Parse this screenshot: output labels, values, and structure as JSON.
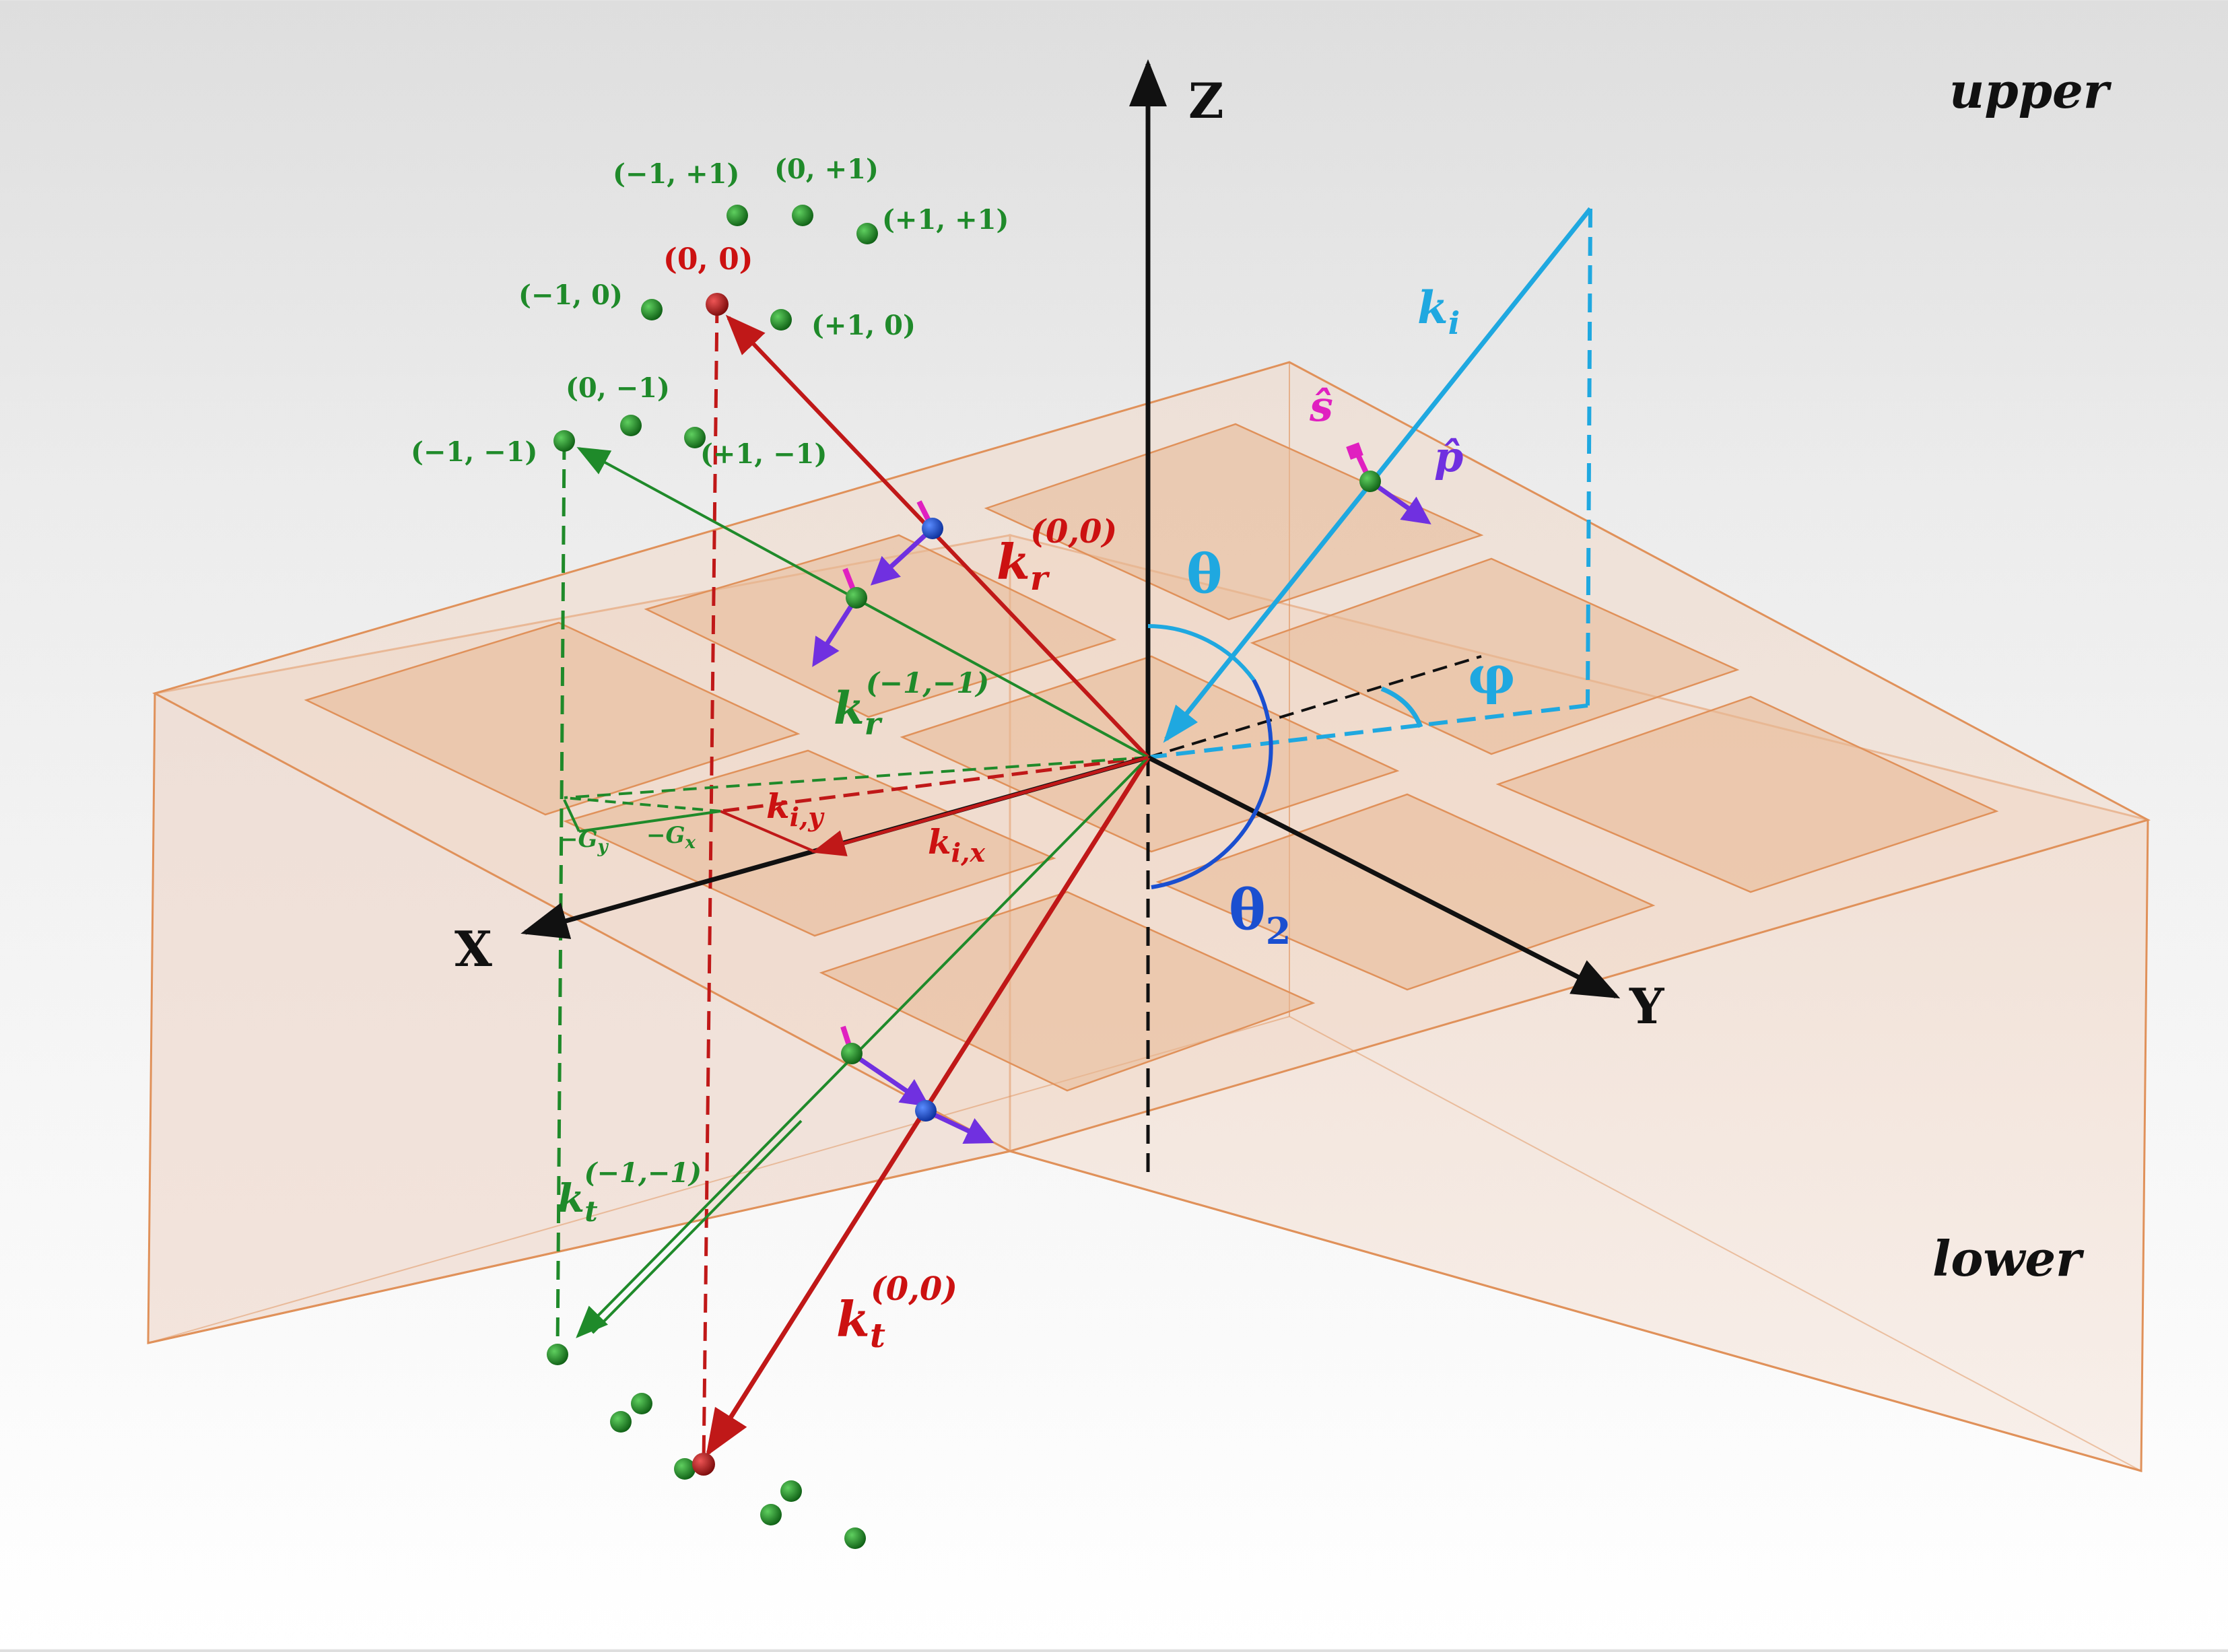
{
  "axes": {
    "z_label": "Z",
    "x_label": "X",
    "y_label": "Y"
  },
  "regions": {
    "upper": "upper",
    "lower": "lower"
  },
  "orders": {
    "top": {
      "m1_p1": "(−1, +1)",
      "z_p1": "(0, +1)",
      "p1_p1": "(+1, +1)",
      "m1_z": "(−1, 0)",
      "z_z": "(0, 0)",
      "p1_z": "(+1, 0)",
      "z_m1": "(0, −1)",
      "m1_m1": "(−1, −1)",
      "p1_m1": "(+1, −1)"
    }
  },
  "vectors": {
    "ki": {
      "base": "k",
      "sub": "i"
    },
    "kr00": {
      "base": "k",
      "sub": "r",
      "sup": "(0,0)"
    },
    "krm1": {
      "base": "k",
      "sub": "r",
      "sup": "(−1,−1)"
    },
    "kt00": {
      "base": "k",
      "sub": "t",
      "sup": "(0,0)"
    },
    "ktm1": {
      "base": "k",
      "sub": "t",
      "sup": "(−1,−1)"
    },
    "kix": {
      "base": "k",
      "sub": "i,x"
    },
    "kiy": {
      "base": "k",
      "sub": "i,y"
    },
    "gx": {
      "base": "−G",
      "sub": "x"
    },
    "gy": {
      "base": "−G",
      "sub": "y"
    }
  },
  "polarization": {
    "s_hat": "ŝ",
    "p_hat": "p̂"
  },
  "angles": {
    "theta": "θ",
    "phi": "φ",
    "theta2": {
      "base": "θ",
      "sub": "2"
    }
  },
  "colors": {
    "incident": "#1fa8e0",
    "zero_order": "#c01818",
    "diffracted": "#1f8a2a",
    "axis": "#111111",
    "theta2_arc": "#1a4fd0",
    "s_pol": "#e020c0",
    "p_pol": "#7030e0",
    "slab_edge": "#e0915a",
    "patch_fill": "#e8b894"
  }
}
